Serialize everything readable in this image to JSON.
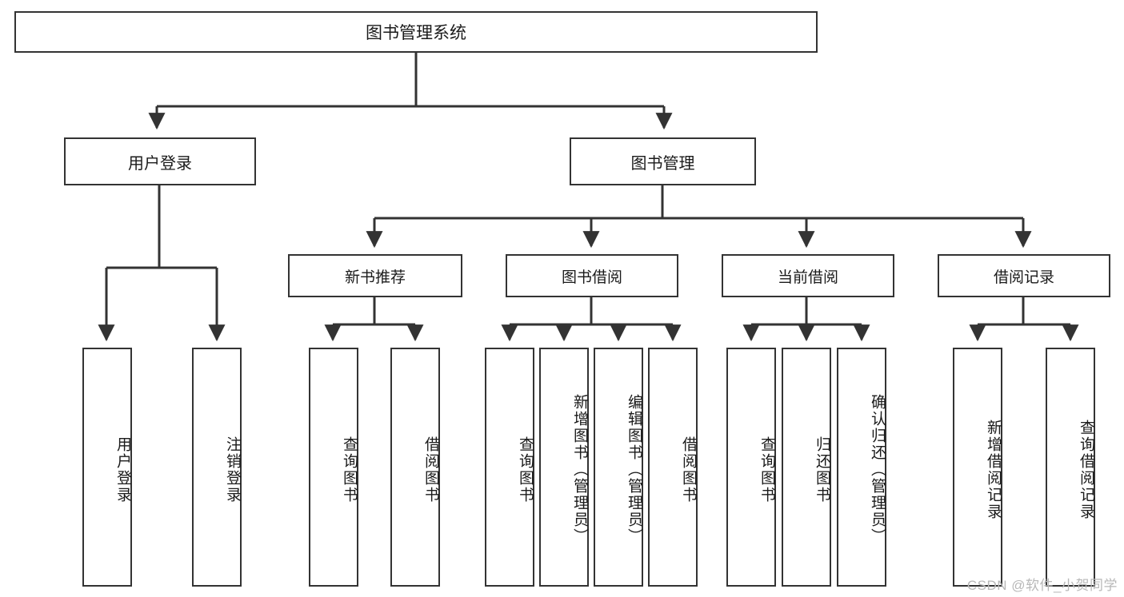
{
  "diagram": {
    "title": "图书管理系统",
    "watermark": "CSDN @软件_小贺同学",
    "colors": {
      "border": "#333333",
      "background": "#ffffff",
      "text": "#1a1a1a",
      "watermark": "#b8b8b8"
    },
    "root": {
      "label": "图书管理系统"
    },
    "level1": [
      {
        "label": "用户登录"
      },
      {
        "label": "图书管理"
      }
    ],
    "level2": [
      {
        "label": "新书推荐"
      },
      {
        "label": "图书借阅"
      },
      {
        "label": "当前借阅"
      },
      {
        "label": "借阅记录"
      }
    ],
    "leaves": {
      "user_login": [
        {
          "label": "用户登录"
        },
        {
          "label": "注销登录"
        }
      ],
      "new_book_recommend": [
        {
          "label": "查询图书"
        },
        {
          "label": "借阅图书"
        }
      ],
      "book_borrow": [
        {
          "label": "查询图书"
        },
        {
          "label": "新增图书（管理员）"
        },
        {
          "label": "编辑图书（管理员）"
        },
        {
          "label": "借阅图书"
        }
      ],
      "current_borrow": [
        {
          "label": "查询图书"
        },
        {
          "label": "归还图书"
        },
        {
          "label": "确认归还（管理员）"
        }
      ],
      "borrow_record": [
        {
          "label": "新增借阅记录"
        },
        {
          "label": "查询借阅记录"
        }
      ]
    }
  }
}
